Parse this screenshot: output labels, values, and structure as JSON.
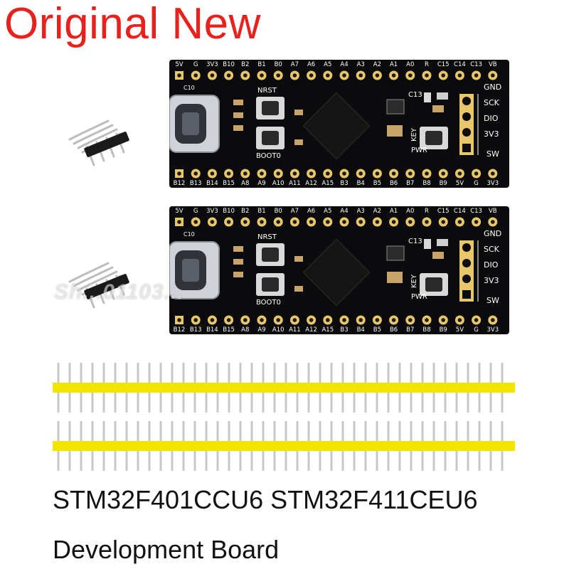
{
  "headline": "Original New",
  "caption_line1": "STM32F401CCU6 STM32F411CEU6",
  "caption_line2": "Development Board",
  "watermark": "Sh...01103...",
  "board": {
    "top_pins": [
      "5V",
      "G",
      "3V3",
      "B10",
      "B2",
      "B1",
      "B0",
      "A7",
      "A6",
      "A5",
      "A4",
      "A3",
      "A2",
      "A1",
      "A0",
      "R",
      "C15",
      "C14",
      "C13",
      "VB"
    ],
    "bottom_pins": [
      "B12",
      "B13",
      "B14",
      "B15",
      "A8",
      "A9",
      "A10",
      "A11",
      "A12",
      "A15",
      "B3",
      "B4",
      "B5",
      "B6",
      "B7",
      "B8",
      "B9",
      "5V",
      "G",
      "3V3"
    ],
    "swd_labels": [
      "GND",
      "SCK",
      "DIO",
      "3V3"
    ],
    "sw_label": "SW",
    "nrst_label": "NRST",
    "boot_label": "BOOT0",
    "key_label": "KEY",
    "pwr_label": "PWR",
    "c13_label": "C13",
    "c10_label": "C10"
  },
  "colors": {
    "headline": "#e8211d",
    "pcb": "#0b0b0e",
    "pad": "#e8c66a",
    "header_plastic": "#f2e400",
    "pin_metal": "#c9c9c9"
  }
}
